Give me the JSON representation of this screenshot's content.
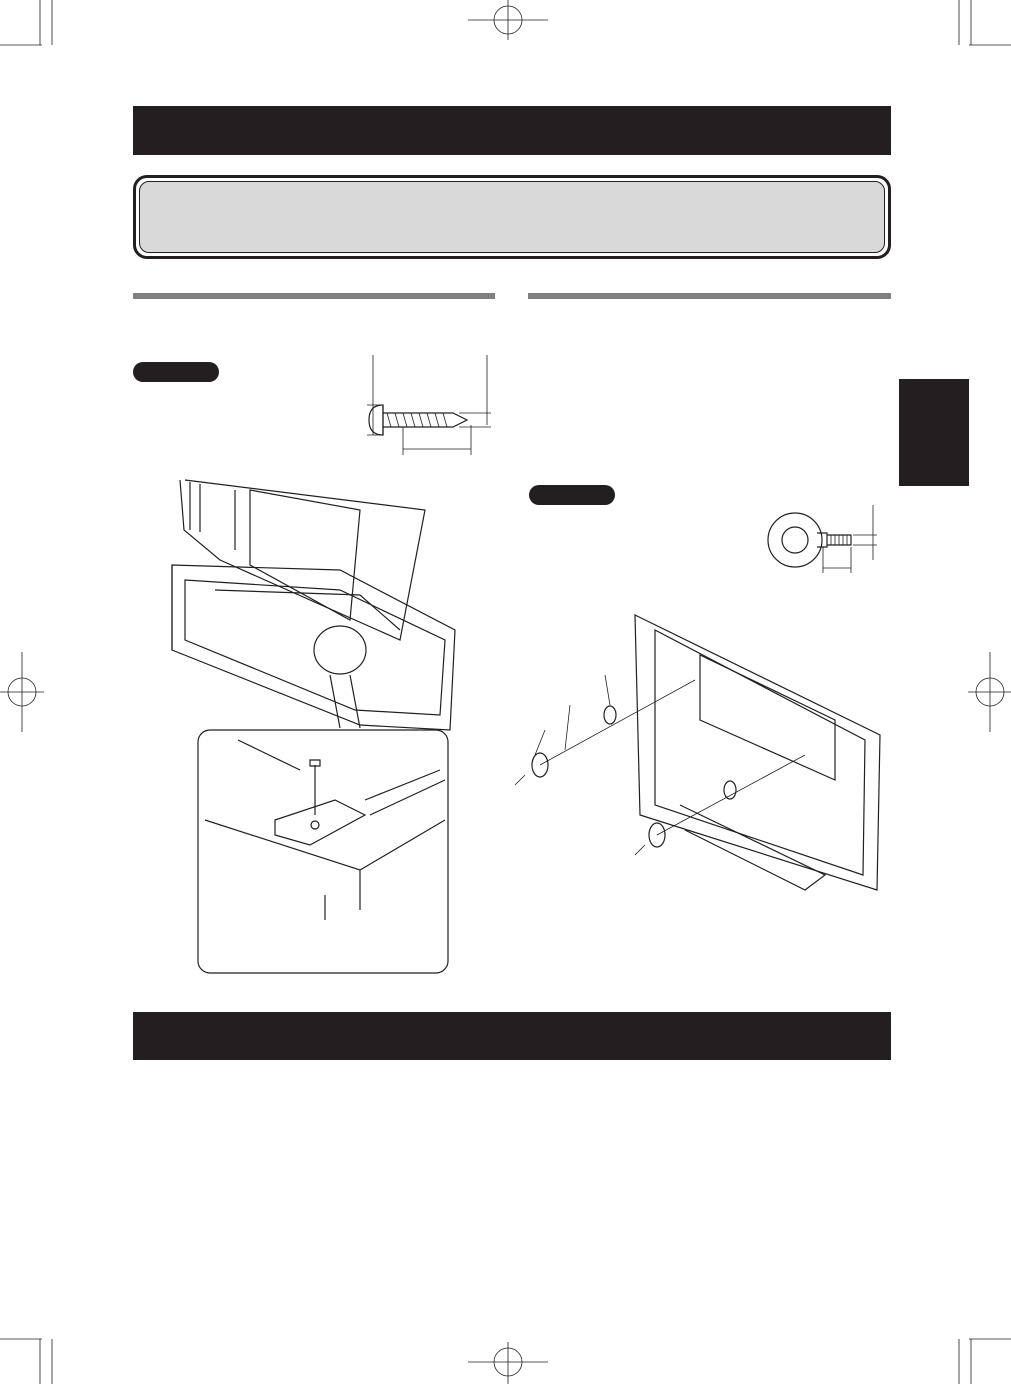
{
  "page": {
    "accent_color": "#231f20",
    "callout_fill": "#d9d9d9",
    "rule_color": "#808080",
    "side_tab_color": "#231f20"
  },
  "figures": [
    {
      "subject": "wood-screw",
      "icon": "screw-icon"
    },
    {
      "subject": "display-fixed-to-stand-with-bracket",
      "icon": "display-stand-icon"
    },
    {
      "subject": "eye-bolt",
      "icon": "eye-bolt-icon"
    },
    {
      "subject": "display-secured-to-wall-with-wires",
      "icon": "wall-anchor-icon"
    }
  ]
}
